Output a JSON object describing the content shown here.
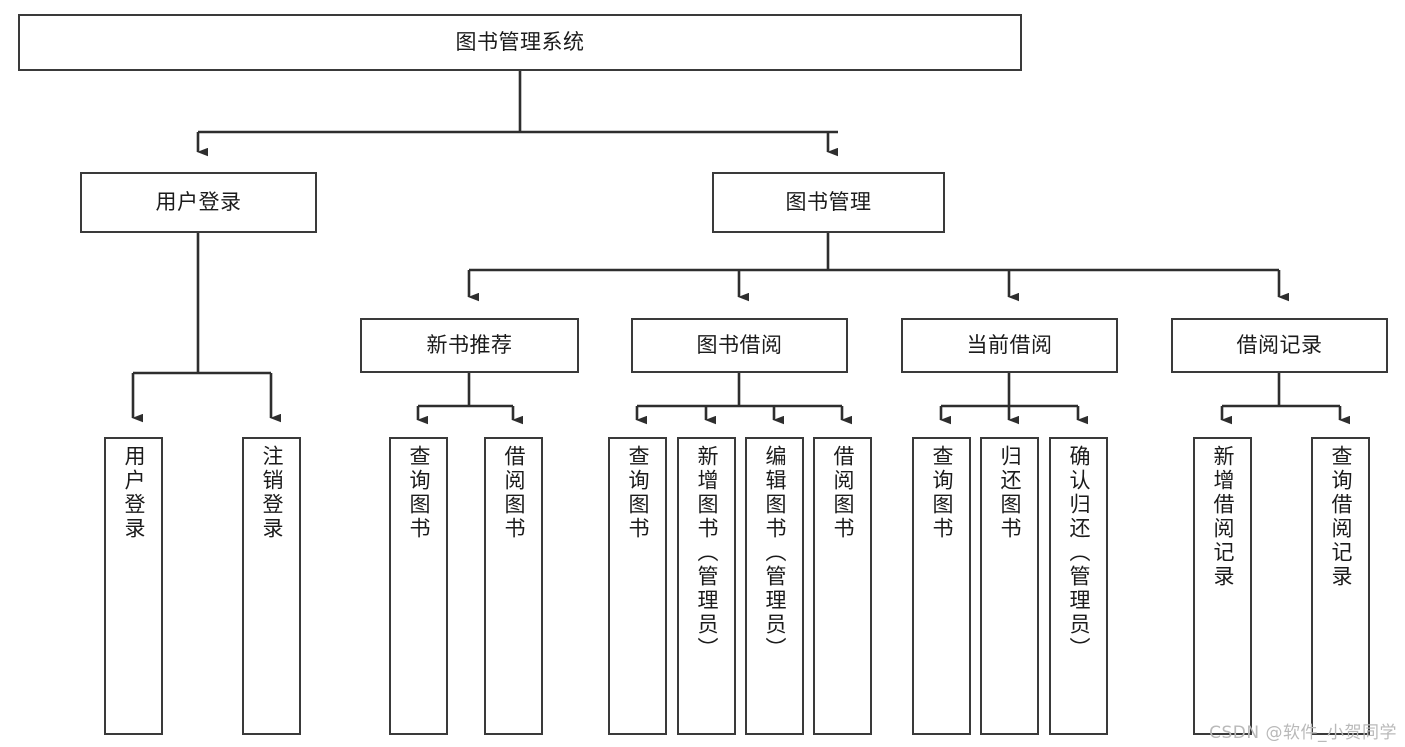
{
  "diagram": {
    "type": "tree-hierarchy-chart",
    "title": "图书管理系统",
    "colors": {
      "background": "#ffffff",
      "stroke": "#3a3a3a",
      "text": "#1b1b1b",
      "watermark": "#b9b9b9"
    },
    "levels": {
      "root": {
        "label": "图书管理系统"
      },
      "level1": [
        {
          "label": "用户登录"
        },
        {
          "label": "图书管理"
        }
      ],
      "level2": [
        {
          "label": "新书推荐"
        },
        {
          "label": "图书借阅"
        },
        {
          "label": "当前借阅"
        },
        {
          "label": "借阅记录"
        }
      ],
      "leaves": {
        "user_login": [
          {
            "label": "用户登录"
          },
          {
            "label": "注销登录"
          }
        ],
        "new_book_recommend": [
          {
            "label": "查询图书"
          },
          {
            "label": "借阅图书"
          }
        ],
        "book_borrow": [
          {
            "label": "查询图书"
          },
          {
            "label": "新增图书（管理员）"
          },
          {
            "label": "编辑图书（管理员）"
          },
          {
            "label": "借阅图书"
          }
        ],
        "current_borrow": [
          {
            "label": "查询图书"
          },
          {
            "label": "归还图书"
          },
          {
            "label": "确认归还（管理员）"
          }
        ],
        "borrow_record": [
          {
            "label": "新增借阅记录"
          },
          {
            "label": "查询借阅记录"
          }
        ]
      }
    }
  },
  "watermark": {
    "text": "CSDN @软件_小贺同学"
  }
}
